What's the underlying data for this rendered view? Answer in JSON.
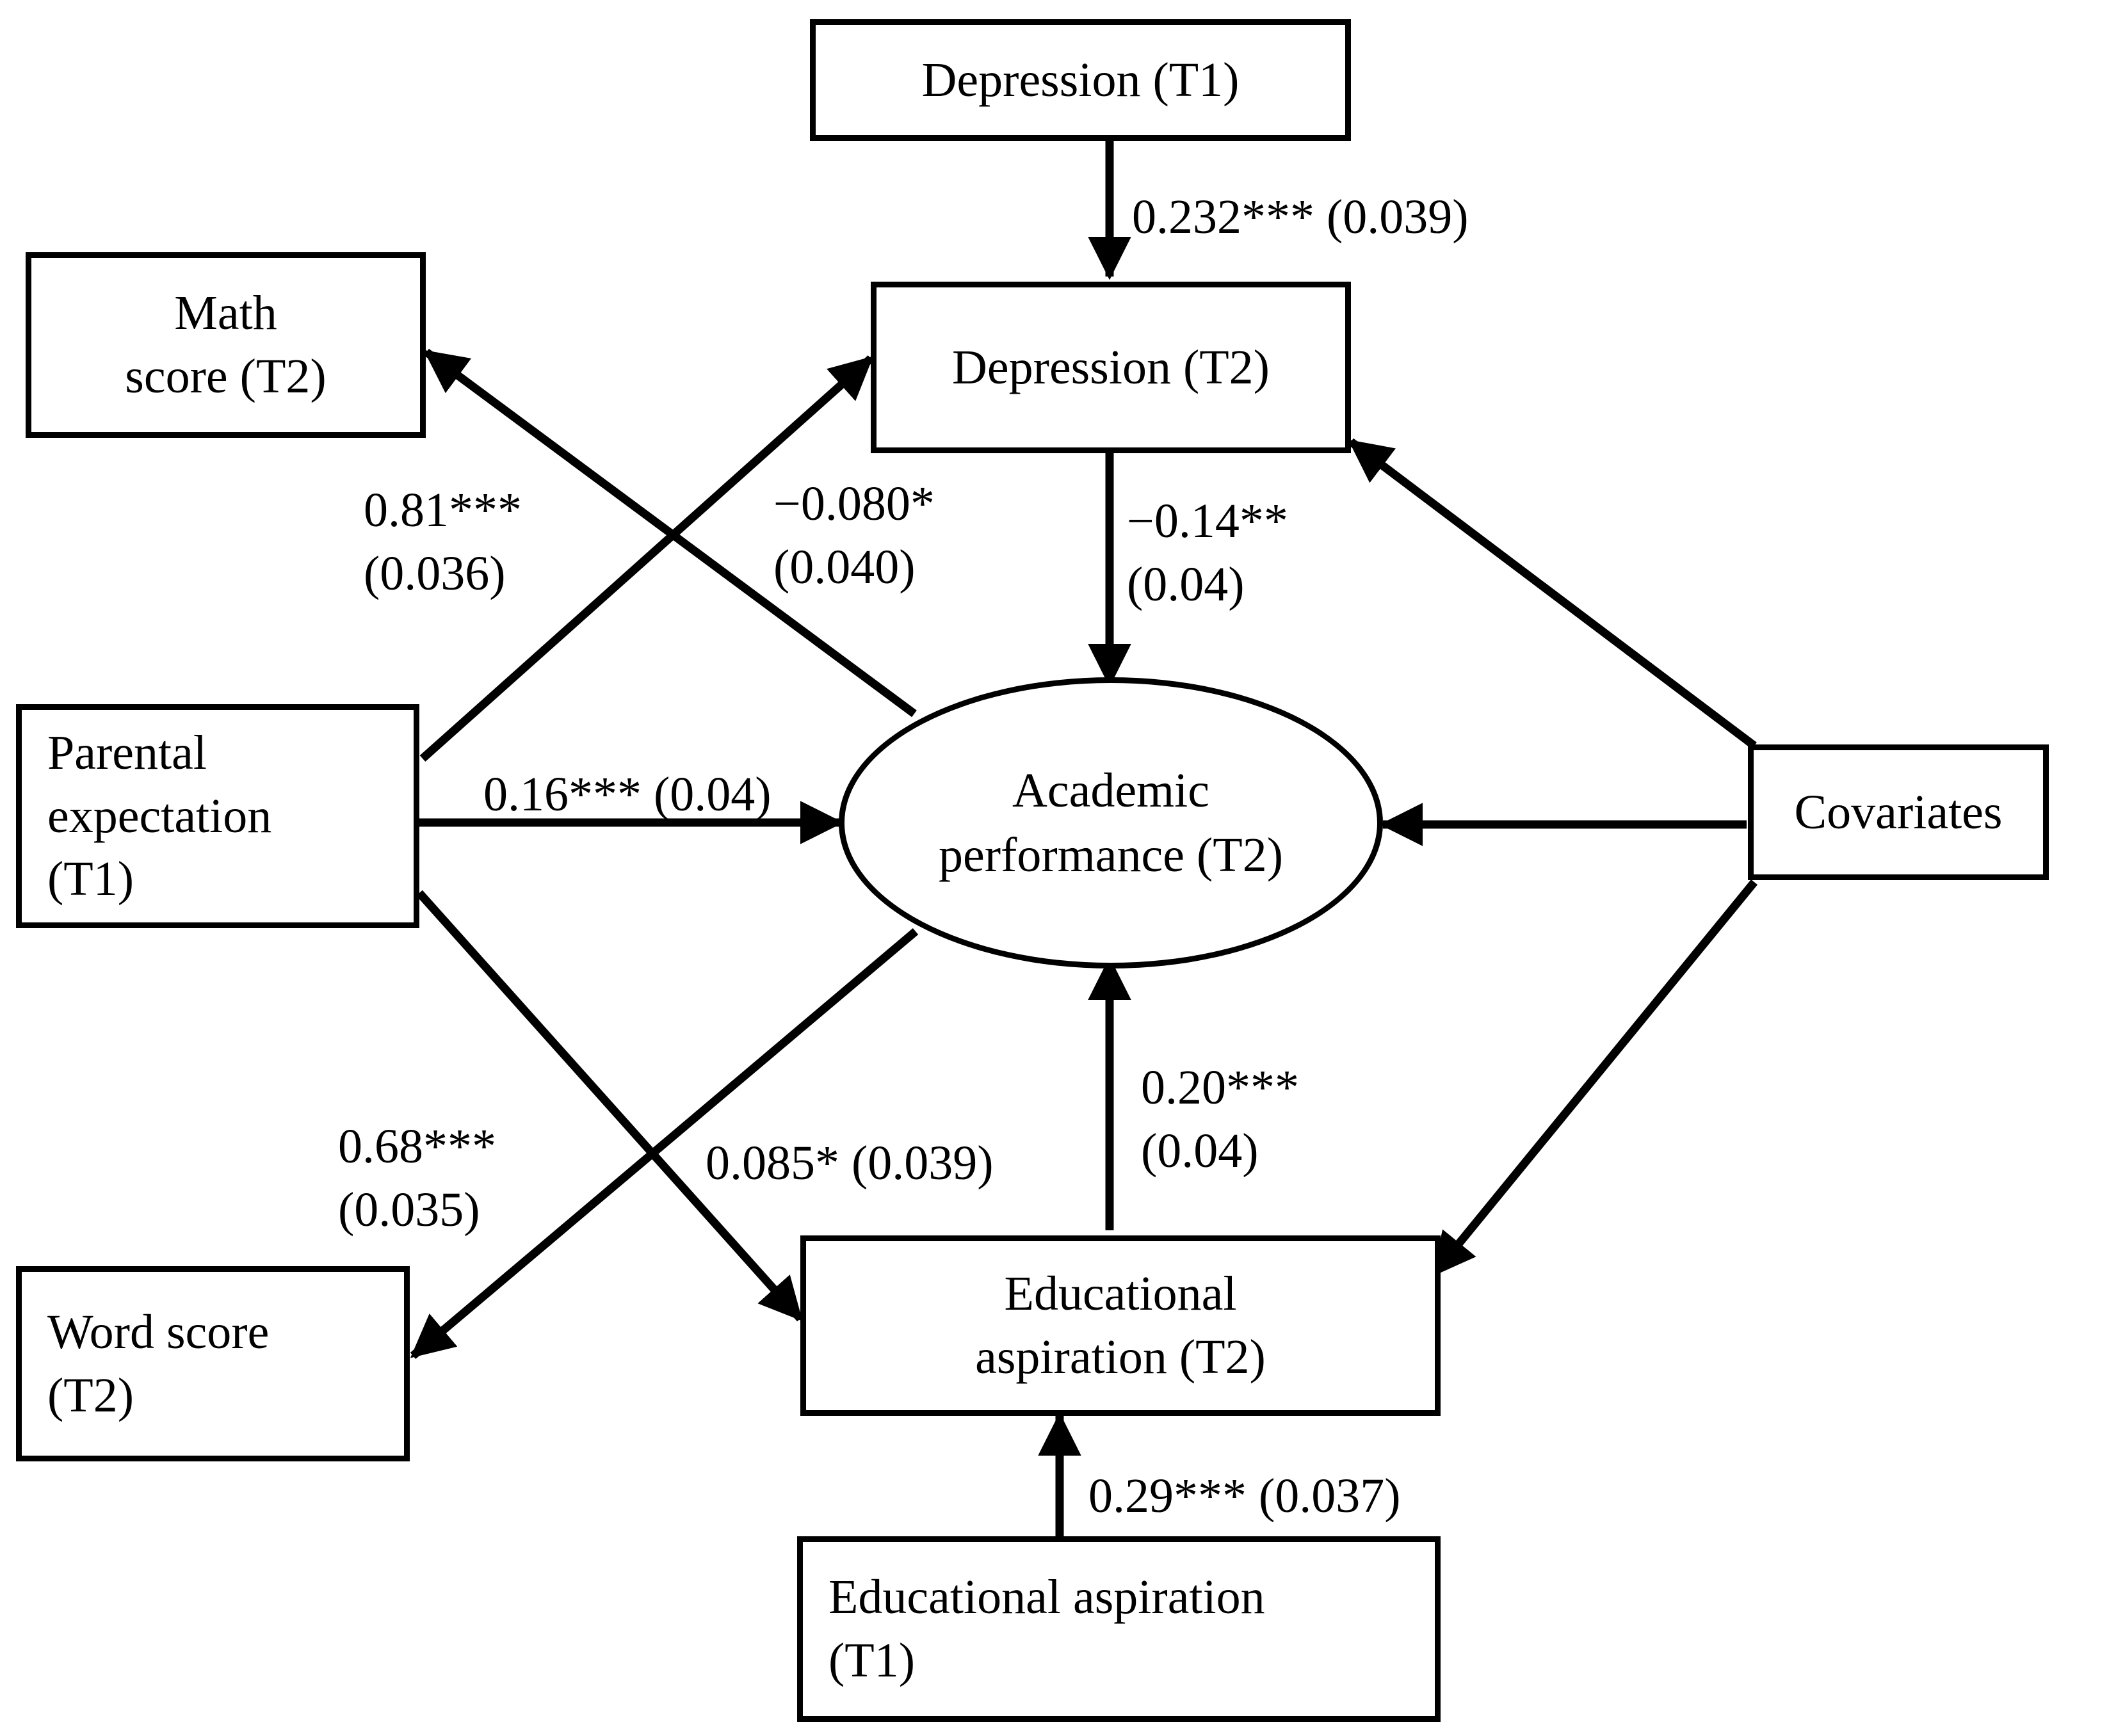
{
  "diagram": {
    "type": "structural-equation-model-path-diagram",
    "nodes": {
      "depression_t1": {
        "label": "Depression (T1)",
        "shape": "rectangle"
      },
      "depression_t2": {
        "label": "Depression (T2)",
        "shape": "rectangle"
      },
      "math_score_t2": {
        "label": "Math\nscore (T2)",
        "shape": "rectangle"
      },
      "parental_exp_t1": {
        "label": "Parental\nexpectation\n(T1)",
        "shape": "rectangle"
      },
      "word_score_t2": {
        "label": "Word score\n(T2)",
        "shape": "rectangle"
      },
      "academic_perf_t2": {
        "label": "Academic\nperformance (T2)",
        "shape": "ellipse"
      },
      "edu_asp_t2": {
        "label": "Educational\naspiration (T2)",
        "shape": "rectangle"
      },
      "edu_asp_t1": {
        "label": "Educational aspiration\n(T1)",
        "shape": "rectangle"
      },
      "covariates": {
        "label": "Covariates",
        "shape": "rectangle"
      }
    },
    "edge_labels": {
      "dep_t1_to_dep_t2": "0.232*** (0.039)",
      "acad_to_math": "0.81***\n(0.036)",
      "parent_to_dep_t2": "−0.080*\n(0.040)",
      "dep_t2_to_acad": "−0.14**\n(0.04)",
      "parent_to_acad": "0.16*** (0.04)",
      "acad_to_word": "0.68***\n(0.035)",
      "parent_to_eduasp_t2": "0.085* (0.039)",
      "eduasp_t2_to_acad": "0.20***\n(0.04)",
      "eduasp_t1_to_eduasp_t2": "0.29*** (0.037)"
    },
    "style": {
      "stroke": "#000000",
      "fill": "#ffffff",
      "background": "#ffffff"
    }
  },
  "chart_data": {
    "type": "diagram",
    "title": "",
    "paths": [
      {
        "from": "Depression (T1)",
        "to": "Depression (T2)",
        "coefficient": 0.232,
        "std_error": 0.039,
        "significance": "***"
      },
      {
        "from": "Academic performance (T2)",
        "to": "Math score (T2)",
        "coefficient": 0.81,
        "std_error": 0.036,
        "significance": "***"
      },
      {
        "from": "Parental expectation (T1)",
        "to": "Depression (T2)",
        "coefficient": -0.08,
        "std_error": 0.04,
        "significance": "*"
      },
      {
        "from": "Depression (T2)",
        "to": "Academic performance (T2)",
        "coefficient": -0.14,
        "std_error": 0.04,
        "significance": "**"
      },
      {
        "from": "Parental expectation (T1)",
        "to": "Academic performance (T2)",
        "coefficient": 0.16,
        "std_error": 0.04,
        "significance": "***"
      },
      {
        "from": "Academic performance (T2)",
        "to": "Word score (T2)",
        "coefficient": 0.68,
        "std_error": 0.035,
        "significance": "***"
      },
      {
        "from": "Parental expectation (T1)",
        "to": "Educational aspiration (T2)",
        "coefficient": 0.085,
        "std_error": 0.039,
        "significance": "*"
      },
      {
        "from": "Educational aspiration (T2)",
        "to": "Academic performance (T2)",
        "coefficient": 0.2,
        "std_error": 0.04,
        "significance": "***"
      },
      {
        "from": "Educational aspiration (T1)",
        "to": "Educational aspiration (T2)",
        "coefficient": 0.29,
        "std_error": 0.037,
        "significance": "***"
      },
      {
        "from": "Covariates",
        "to": "Depression (T2)",
        "coefficient": null,
        "std_error": null,
        "significance": ""
      },
      {
        "from": "Covariates",
        "to": "Academic performance (T2)",
        "coefficient": null,
        "std_error": null,
        "significance": ""
      },
      {
        "from": "Covariates",
        "to": "Educational aspiration (T2)",
        "coefficient": null,
        "std_error": null,
        "significance": ""
      }
    ]
  }
}
